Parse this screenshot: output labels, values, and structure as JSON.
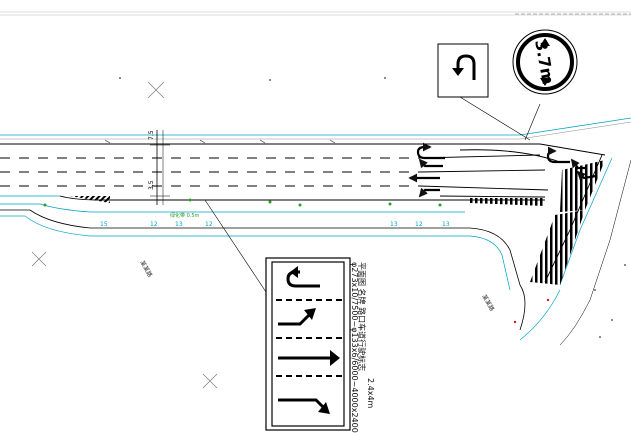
{
  "sign_legend_line1": "平面图 名牌 路口车道行驶标志",
  "sign_legend_line2": "φ273x10/7500~φ133x6/6000~4000x2400",
  "sign_size": "2.4x4m",
  "height_limit_text": "3.7m",
  "dim_label": "7.5",
  "dim_label_2": "3.5",
  "green_annotation": "绿化带 0.5m",
  "road_name_1": "某某路",
  "road_name_2": "某某路",
  "cyan_numbers": [
    "15",
    "12",
    "13",
    "12",
    "13",
    "12",
    "13"
  ],
  "colors": {
    "line_black": "#000000",
    "cyan": "#00a5c8",
    "green": "#2a9d2a",
    "red": "#c82020",
    "gray": "#9a9a9a"
  },
  "icons": [
    "u-turn-arrow-icon",
    "height-limit-sign-icon",
    "lane-arrow-icon",
    "crosswalk-hatch",
    "x-tree-mark-icon"
  ]
}
